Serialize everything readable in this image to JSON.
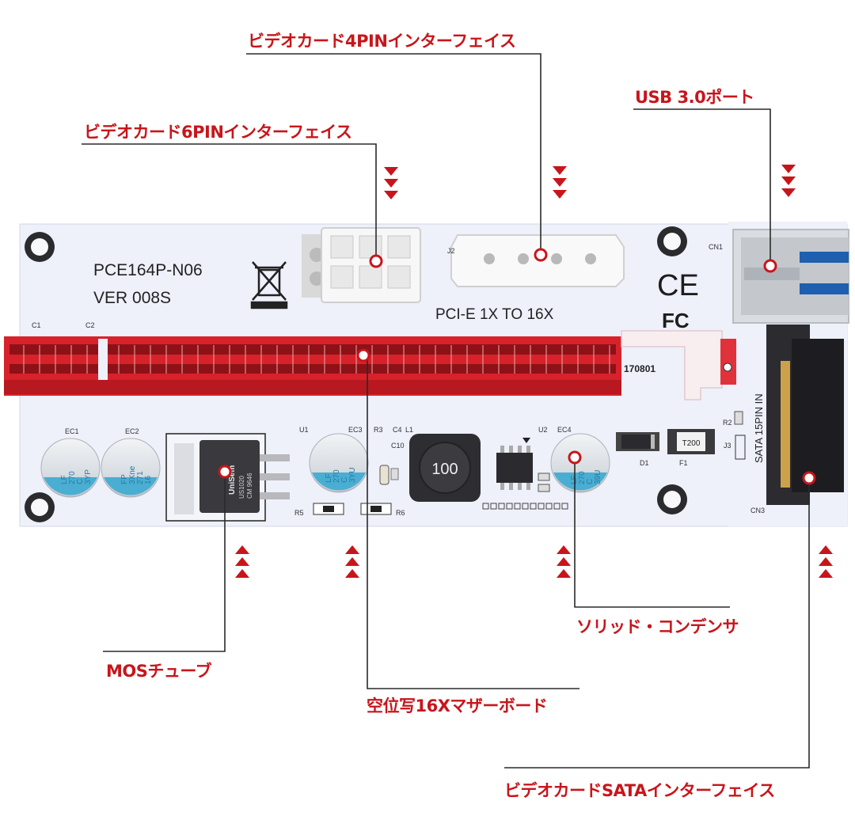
{
  "callouts": {
    "fourpin": "ビデオカード4PINインターフェイス",
    "usb": "USB 3.0ポート",
    "sixpin": "ビデオカード6PINインターフェイス",
    "capacitor": "ソリッド・コンデンサ",
    "mos": "MOSチューブ",
    "slot": "空位写16Xマザーボード",
    "sata": "ビデオカードSATAインターフェイス"
  },
  "board": {
    "model": "PCE164P-N06",
    "version": "VER 008S",
    "pcie_label": "PCI-E 1X TO 16X",
    "sata_label": "SATA 15PIN IN",
    "inductor": "100",
    "fuse": "T200",
    "date_code": "170801",
    "ce_mark": "CE",
    "fc_mark": "FC",
    "chip_brand": "UniSem",
    "chip_code1": "US1020",
    "chip_code2": "CM 9646",
    "cap_ec1": [
      "LF",
      "270",
      "C",
      "3YP"
    ],
    "cap_ec2": [
      "FP",
      "3Xne",
      "271",
      "16"
    ],
    "cap_ec3": [
      "LF",
      "270",
      "C",
      "3YU"
    ],
    "cap_ec4": [
      "LF",
      "270",
      "C",
      "39U"
    ],
    "ref_c1": "C1",
    "ref_c2": "C2",
    "ref_j2": "J2",
    "ref_cn1": "CN1",
    "ref_ec1": "EC1",
    "ref_ec2": "EC2",
    "ref_u1": "U1",
    "ref_ec3": "EC3",
    "ref_r3": "R3",
    "ref_c4": "C4",
    "ref_l1": "L1",
    "ref_c10": "C10",
    "ref_u2": "U2",
    "ref_ec4": "EC4",
    "ref_d1": "D1",
    "ref_f1": "F1",
    "ref_r2": "R2",
    "ref_j3": "J3",
    "ref_r5": "R5",
    "ref_r6": "R6",
    "ref_cn3": "CN3"
  },
  "colors": {
    "accent": "#c8151b",
    "pcb": "#eef0fa",
    "slot": "#d8222b"
  }
}
